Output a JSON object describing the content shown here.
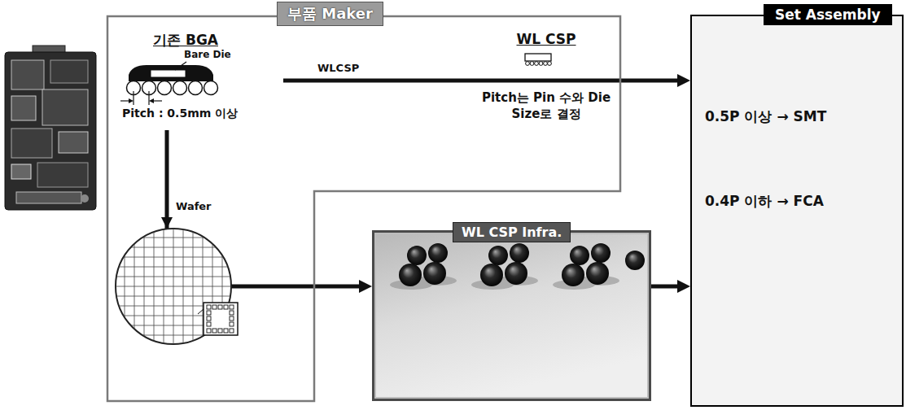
{
  "diagram": {
    "nodes": [
      {
        "text": [
          "부품 Maker"
        ]
      },
      {
        "text": [
          "기존 BGA"
        ],
        "in": 0
      },
      {
        "text": [
          "WL CSP",
          "Pitch는 Pin 수와 Die Size로 결정"
        ],
        "in": 0
      },
      {
        "text": [
          "WL CSP Infra."
        ]
      },
      {
        "text": [
          "Set Assembly",
          "0.5P 이상 → SMT",
          "0.4P 이하 → FCA"
        ]
      }
    ],
    "edges": [
      {
        "from": 1,
        "to": 4,
        "arrow": "to",
        "label": "WLCSP"
      },
      {
        "from": 1,
        "to": 3,
        "arrow": "to",
        "label": "Wafer"
      },
      {
        "from": 3,
        "to": 4,
        "arrow": "to"
      }
    ],
    "labels": [
      "Bare Die",
      "Pitch : 0.5mm 이상"
    ]
  }
}
